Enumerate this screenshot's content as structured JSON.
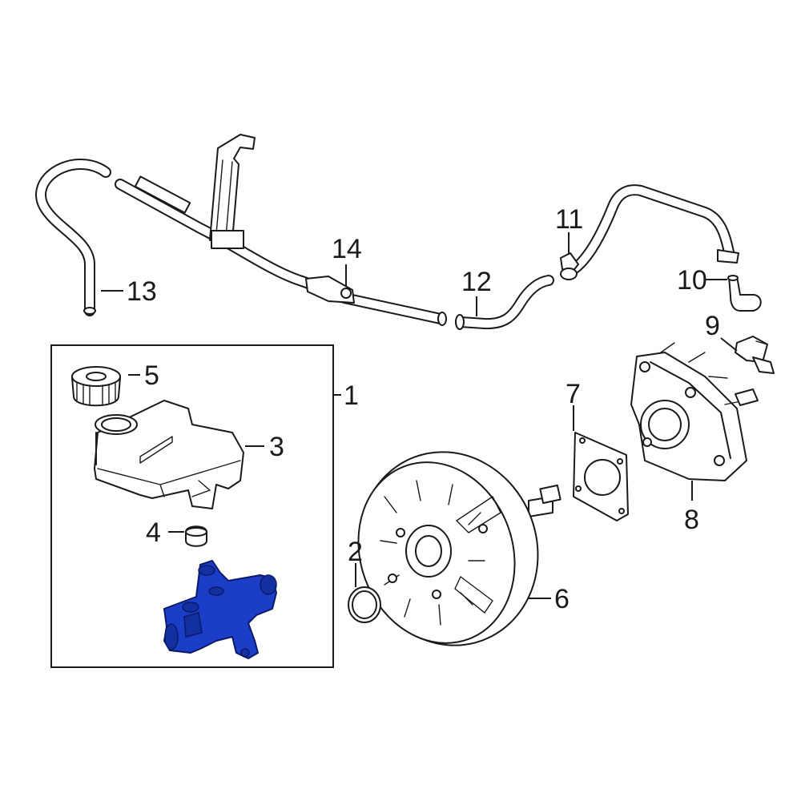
{
  "colors": {
    "line": "#1a1a1a",
    "background": "#ffffff",
    "highlight": "#1b3ec9"
  },
  "callouts": {
    "c1": "1",
    "c2": "2",
    "c3": "3",
    "c4": "4",
    "c5": "5",
    "c6": "6",
    "c7": "7",
    "c8": "8",
    "c9": "9",
    "c10": "10",
    "c11": "11",
    "c12": "12",
    "c13": "13",
    "c14": "14"
  },
  "highlighted_part": "1"
}
